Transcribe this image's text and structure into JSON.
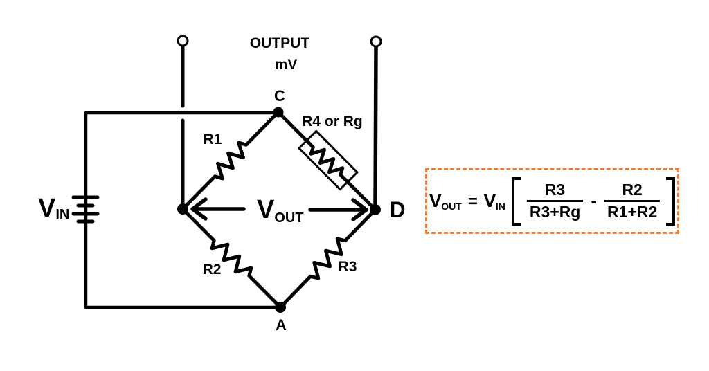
{
  "diagram": {
    "output_label": {
      "line1": "OUTPUT",
      "line2": "mV"
    },
    "nodes": {
      "c": "C",
      "d": "D",
      "a": "A"
    },
    "resistors": {
      "r1": "R1",
      "r2": "R2",
      "r3": "R3",
      "r4": "R4 or Rg"
    },
    "vin": {
      "main": "V",
      "sub": "IN"
    },
    "vout": {
      "main": "V",
      "sub": "OUT"
    }
  },
  "formula": {
    "lhs_main": "V",
    "lhs_sub": "OUT",
    "equals": "=",
    "rhs_main": "V",
    "rhs_sub": "IN",
    "frac1": {
      "num": "R3",
      "den": "R3+Rg"
    },
    "operator": "-",
    "frac2": {
      "num": "R2",
      "den": "R1+R2"
    }
  },
  "colors": {
    "wire": "#000000",
    "formula_border": "#ED7D31",
    "background": "#FFFFFF"
  }
}
